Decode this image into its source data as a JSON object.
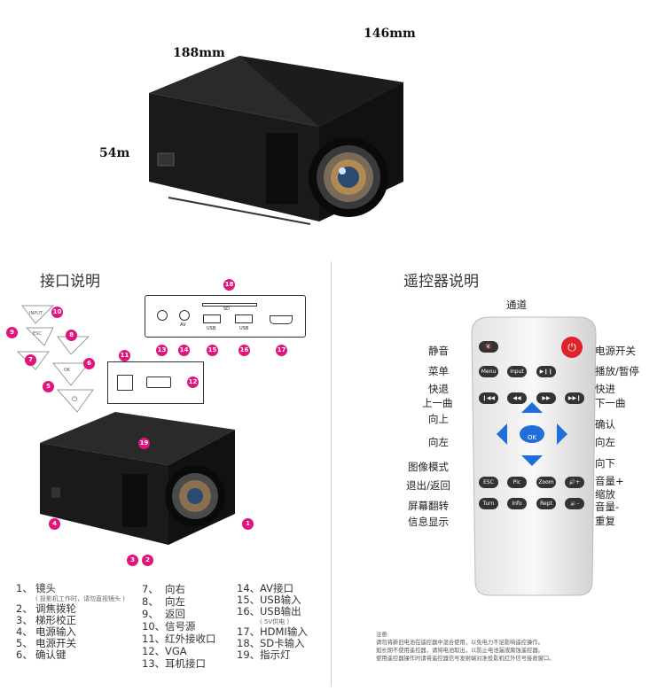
{
  "dimensions": {
    "width": "188mm",
    "depth": "146mm",
    "height": "54m"
  },
  "interfaces": {
    "title": "接口说明",
    "items": [
      {
        "num": "1、",
        "label": "镜头",
        "note": "( 投影机工作时，请勿直视镜头 )"
      },
      {
        "num": "2、",
        "label": "调焦拨轮"
      },
      {
        "num": "3、",
        "label": "梯形校正"
      },
      {
        "num": "4、",
        "label": "电源输入"
      },
      {
        "num": "5、",
        "label": "电源开关"
      },
      {
        "num": "6、",
        "label": "确认键"
      },
      {
        "num": "7、",
        "label": "向右"
      },
      {
        "num": "8、",
        "label": "向左"
      },
      {
        "num": "9、",
        "label": "返回"
      },
      {
        "num": "10、",
        "label": "信号源"
      },
      {
        "num": "11、",
        "label": "红外接收口"
      },
      {
        "num": "12、",
        "label": "VGA"
      },
      {
        "num": "13、",
        "label": "耳机接口"
      },
      {
        "num": "14、",
        "label": "AV接口"
      },
      {
        "num": "15、",
        "label": "USB输入"
      },
      {
        "num": "16、",
        "label": "USB输出",
        "note": "( 5V供电 )"
      },
      {
        "num": "17、",
        "label": "HDMI输入"
      },
      {
        "num": "18、",
        "label": "SD卡输入"
      },
      {
        "num": "19、",
        "label": "指示灯"
      }
    ],
    "panel_labels": {
      "sd": "SD",
      "av": "AV",
      "usb1": "USB",
      "usb2": "USB"
    },
    "keypad_labels": {
      "input": "INPUT",
      "esc": "ESC",
      "ok": "OK"
    }
  },
  "remote": {
    "title": "遥控器说明",
    "labels_left": [
      "静音",
      "菜单",
      "快退",
      "上一曲",
      "向上",
      "向左",
      "图像模式",
      "退出/返回",
      "屏幕翻转",
      "信息显示"
    ],
    "labels_right": [
      "电源开关",
      "播放/暂停",
      "快进",
      "下一曲",
      "确认",
      "向左",
      "向下",
      "音量+",
      "缩放",
      "音量-",
      "重复"
    ],
    "label_top": "通道",
    "buttons": {
      "menu": "Menu",
      "input": "Input",
      "ok": "OK",
      "esc": "ESC",
      "pic": "Pic",
      "zoom": "Zoom",
      "turn": "Turn",
      "info": "Info",
      "rept": "Rept"
    }
  },
  "notes": {
    "title": "注意:",
    "lines": [
      "请勿将新旧电池在遥控器中混合使用，以免电力不足影响遥控操作。",
      "如长期不使用遥控器，请将电池取出，以防止电池漏液腐蚀遥控器。",
      "使用遥控器操作时请将遥控器信号发射端对准投影机红外信号接收窗口。"
    ]
  }
}
